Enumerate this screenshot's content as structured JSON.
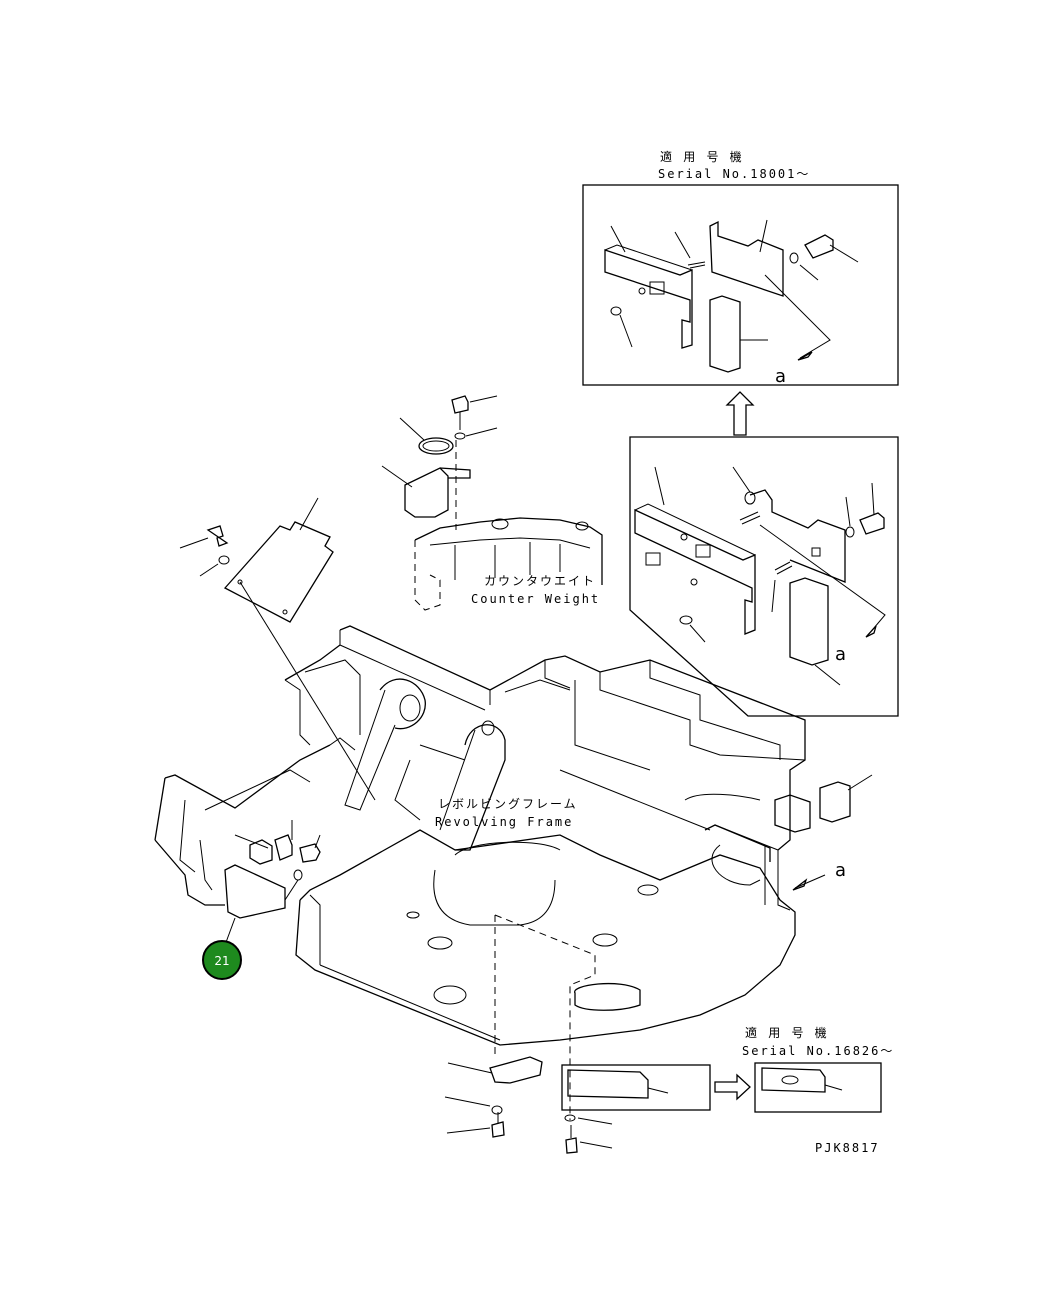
{
  "inset_top": {
    "title_jp": "適 用 号 機",
    "title_en": "Serial No.18001〜",
    "letter": "a"
  },
  "inset_mid": {
    "letter": "a"
  },
  "counterweight": {
    "label_jp": "カウンタウエイト",
    "label_en": "Counter Weight"
  },
  "revolving_frame": {
    "label_jp": "レボルビングフレーム",
    "label_en": "Revolving Frame"
  },
  "main_letter": "a",
  "inset_bottom": {
    "title_jp": "適 用 号 機",
    "title_en": "Serial No.16826〜"
  },
  "callout": {
    "number": "21",
    "color": "#1e8a1e"
  },
  "drawing_code": "PJK8817"
}
